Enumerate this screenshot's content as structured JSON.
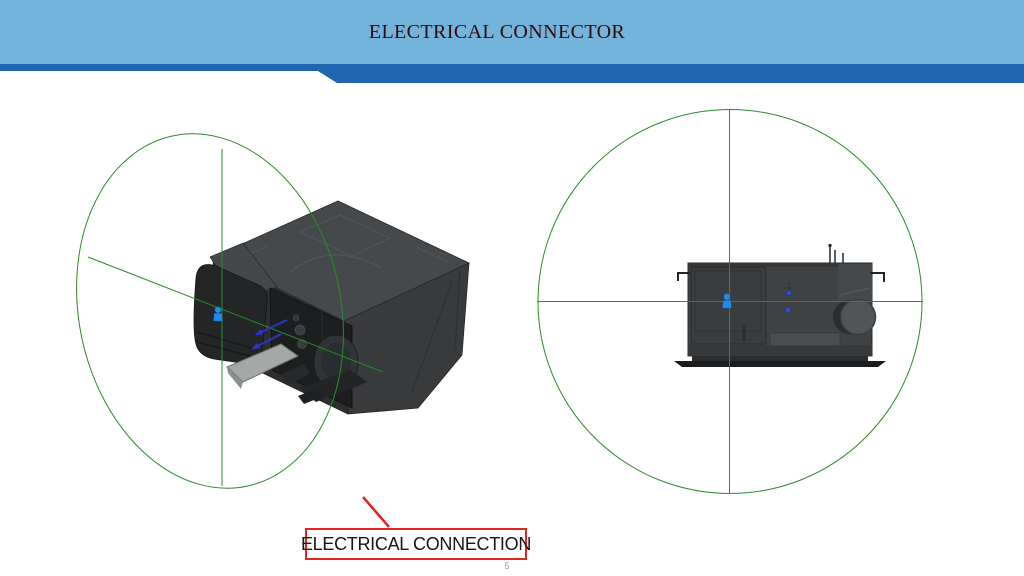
{
  "slide": {
    "title": "ELECTRICAL CONNECTOR",
    "page_number": "5"
  },
  "callout": {
    "label": "ELECTRICAL CONNECTION"
  },
  "icons": {
    "person_marker": "person-marker-icon"
  },
  "colors": {
    "header_bar_blue": "#73b3dc",
    "accent_stripe_blue": "#2066ae",
    "title_text": "#2d0d0c",
    "reference_green": "#278d27",
    "callout_red": "#e02422",
    "person_marker_blue": "#1f8ce8",
    "connector_arrow_blue": "#2b36c9",
    "device_gray_dark": "#2c2e30",
    "device_gray_mid": "#3f4244",
    "device_gray_top": "#46494b",
    "tray_gray": "#a4a8a7"
  }
}
